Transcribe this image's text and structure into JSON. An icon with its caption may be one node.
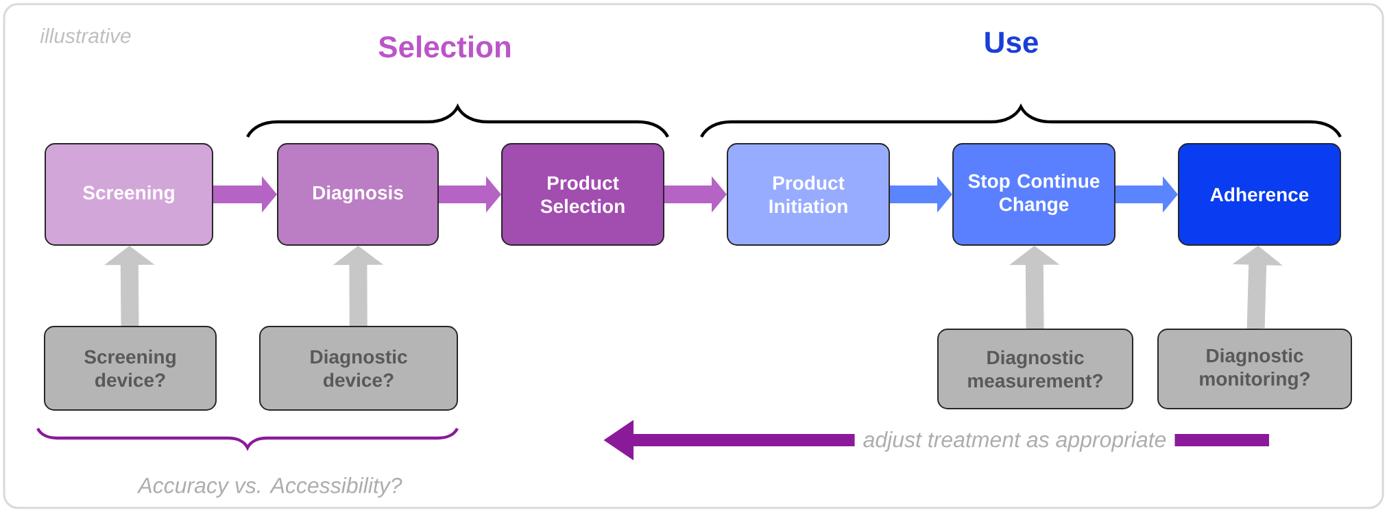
{
  "diagram": {
    "nodes": [
      {
        "text": [
          "Screening"
        ]
      },
      {
        "text": [
          "Diagnosis"
        ]
      },
      {
        "text": [
          "Product Selection"
        ]
      },
      {
        "text": [
          "Product Initiation"
        ]
      },
      {
        "text": [
          "Stop Continue Change"
        ]
      },
      {
        "text": [
          "Adherence"
        ]
      },
      {
        "text": [
          "Screening device?"
        ]
      },
      {
        "text": [
          "Diagnostic device?"
        ]
      },
      {
        "text": [
          "Diagnostic measurement?"
        ]
      },
      {
        "text": [
          "Diagnostic monitoring?"
        ]
      }
    ],
    "edges": [
      {
        "from": 0,
        "to": 1,
        "arrow": "to",
        "color": "#b563c4"
      },
      {
        "from": 1,
        "to": 2,
        "arrow": "to",
        "color": "#b563c4"
      },
      {
        "from": 2,
        "to": 3,
        "arrow": "to",
        "color": "#b563c4"
      },
      {
        "from": 3,
        "to": 4,
        "arrow": "to",
        "color": "#5b84ff"
      },
      {
        "from": 4,
        "to": 5,
        "arrow": "to",
        "color": "#5b84ff"
      },
      {
        "from": 6,
        "to": 0,
        "arrow": "to"
      },
      {
        "from": 7,
        "to": 1,
        "arrow": "to"
      },
      {
        "from": 8,
        "to": 4,
        "arrow": "to"
      },
      {
        "from": 9,
        "to": 5,
        "arrow": "to"
      }
    ],
    "labels": [
      "illustrative",
      "Selection",
      "Use",
      "adjust treatment as appropriate",
      "Accuracy vs. Accessibility?"
    ]
  }
}
